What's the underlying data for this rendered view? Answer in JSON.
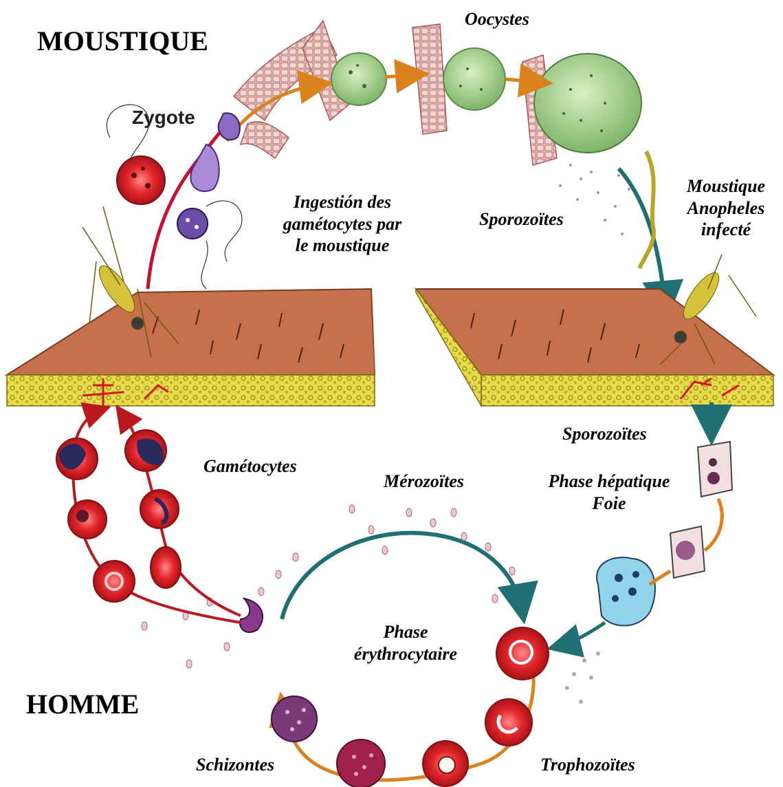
{
  "labels": {
    "mosquito_title": "MOUSTIQUE",
    "human_title": "HOMME",
    "zygote": "Zygote",
    "oocysts": "Oocystes",
    "ingestion_line1": "Ingestión des",
    "ingestion_line2": "gamétocytes par",
    "ingestion_line3": "le moustique",
    "sporozoites_top": "Sporozoïtes",
    "infected_line1": "Moustique",
    "infected_line2": "Anopheles",
    "infected_line3": "infecté",
    "sporozoites_right": "Sporozoïtes",
    "gametocytes": "Gamétocytes",
    "merozoites": "Mérozoïtes",
    "hepatic_line1": "Phase hépatique",
    "hepatic_line2": "Foie",
    "erythro_line1": "Phase",
    "erythro_line2": "érythrocytaire",
    "schizonts": "Schizontes",
    "trophozoites": "Trophozoïtes"
  },
  "colors": {
    "skin": "#c7714c",
    "skin_dark": "#8a4a2c",
    "fat": "#e8d948",
    "rbc": "#e3262b",
    "rbc_dark": "#a8141a",
    "teal": "#1f6f73",
    "orange": "#d9821e",
    "oocyst": "#9cc97f",
    "stomach": "#e7b7b1"
  }
}
